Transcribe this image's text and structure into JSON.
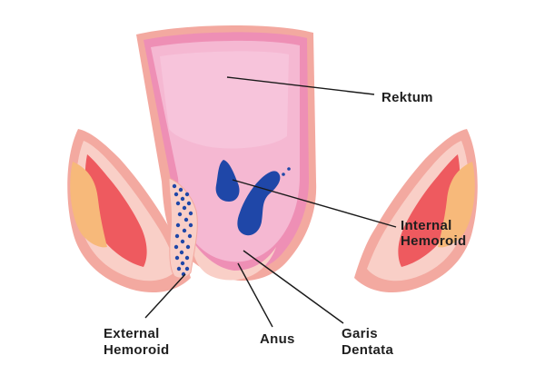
{
  "labels": {
    "rektum": "Rektum",
    "internal_line1": "Internal",
    "internal_line2": "Hemoroid",
    "external_line1": "External",
    "external_line2": "Hemoroid",
    "anus": "Anus",
    "garis_line1": "Garis",
    "garis_line2": "Dentata"
  },
  "colors": {
    "outer_wall": "#f3a9a0",
    "outer_wall_light": "#f9cfc7",
    "rectum_lumen": "#f5b8d2",
    "rectum_inner": "#f7c4db",
    "rectum_wall": "#ee8fb5",
    "muscle": "#ee5a5f",
    "fat": "#f7b97a",
    "hemorrhoid": "#1f47a8",
    "line": "#1a1a1a"
  }
}
